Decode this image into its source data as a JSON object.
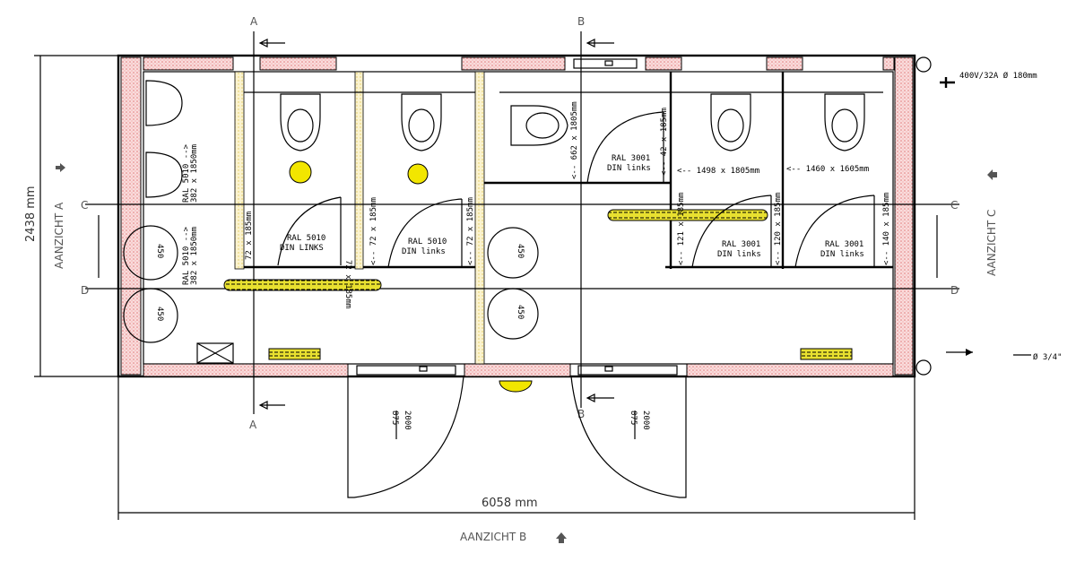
{
  "dimensions": {
    "width": "6058 mm",
    "height": "2438 mm"
  },
  "views": {
    "a": "AANZICHT A",
    "b": "AANZICHT B",
    "c": "AANZICHT C"
  },
  "sections": {
    "a": "A",
    "b": "B",
    "c": "C",
    "d": "D"
  },
  "doors": [
    {
      "width": "875",
      "height": "2000"
    },
    {
      "width": "875",
      "height": "2000"
    }
  ],
  "cubicles": [
    {
      "ral": "RAL 5010",
      "din": "DIN LINKS",
      "size": "72 x 185mm"
    },
    {
      "ral": "RAL 5010",
      "din": "DIN links",
      "size": "<-- 72 x 185mm"
    },
    {
      "ral": "RAL 3001",
      "din": "DIN links",
      "size": "<-- 662 x 1805mm"
    },
    {
      "ral": "RAL 3001",
      "din": "DIN links",
      "size": "<-- 1498 x 1805mm"
    },
    {
      "ral": "RAL 3001",
      "din": "DIN links",
      "size": "<-- 1460 x 1605mm"
    }
  ],
  "extra_sizes": [
    "72 x 185mm",
    "<-- 72 x 185mm",
    "<-- 42 x 185mm",
    "<-- 121 x 185mm",
    "<-- 120 x 185mm",
    "<-- 140 x 185mm"
  ],
  "urinal_labels": [
    {
      "ral": "RAL 5010 -->",
      "size": "382 x 1850mm"
    },
    {
      "ral": "RAL 5010 -->",
      "size": "382 x 1850mm"
    }
  ],
  "sinks": [
    "450",
    "450",
    "450",
    "450"
  ],
  "power": "400V/32A Ø 180mm",
  "water": "Ø 3/4\"",
  "colors": {
    "wall": "#f4c6c6",
    "partition": "#f7eec0",
    "fixture": "#f2e600"
  }
}
